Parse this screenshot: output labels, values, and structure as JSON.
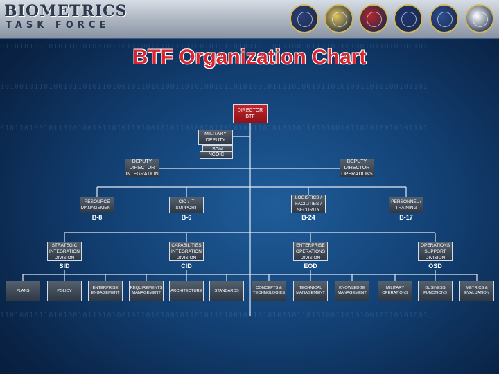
{
  "header": {
    "logo_line1": "BIOMETRICS",
    "logo_line2": "TASK FORCE",
    "seals": [
      {
        "name": "department-of-defense-seal-icon",
        "color": "#2a3f78"
      },
      {
        "name": "us-army-seal-icon",
        "color": "#e2c45a"
      },
      {
        "name": "us-marine-corps-seal-icon",
        "color": "#b3262d"
      },
      {
        "name": "us-navy-seal-icon",
        "color": "#1f3370"
      },
      {
        "name": "us-air-force-seal-icon",
        "color": "#2c4d93"
      },
      {
        "name": "us-coast-guard-seal-icon",
        "color": "#ffffff"
      }
    ]
  },
  "title": "BTF Organization Chart",
  "org": {
    "director": "DIRECTOR BTF",
    "military_deputy": "MILITARY DEPUTY",
    "sgm": "SGM",
    "ncoic": "NCOIC",
    "deputy_integration": "DEPUTY DIRECTOR INTEGRATION",
    "deputy_operations": "DEPUTY DIRECTOR OPERATIONS",
    "divisions": [
      {
        "label": "RESOURCE MANAGEMENT",
        "code": "B-8"
      },
      {
        "label": "CIO / IT SUPPORT",
        "code": "B-6"
      },
      {
        "label": "LOGISTICS / FACILITIES / SECURITY",
        "code": "B-24"
      },
      {
        "label": "PERSONNEL / TRAINING",
        "code": "B-17"
      }
    ],
    "groups": [
      {
        "label": "STRATEGIC INTEGRATION DIVISION",
        "code": "SID"
      },
      {
        "label": "CAPABILITIES INTEGRATION DIVISION",
        "code": "CID"
      },
      {
        "label": "ENTERPRISE OPERATIONS DIVISION",
        "code": "EOD"
      },
      {
        "label": "OPERATIONS SUPPORT DIVISION",
        "code": "OSD"
      }
    ],
    "leaves": [
      "PLANS",
      "POLICY",
      "ENTERPRISE ENGAGEMENT",
      "REQUIREMENTS MANAGEMENT",
      "ARCHITECTURE",
      "STANDARDS",
      "CONCEPTS & TECHNOLOGIES",
      "TECHNICAL MANAGEMENT",
      "KNOWLEDGE MANAGEMENT",
      "MILITARY OPERATIONS",
      "BUSINESS FUNCTIONS",
      "METRICS & EVALUATION"
    ]
  },
  "colors": {
    "title": "#d9252f",
    "director_box": "#b01e24",
    "box": "#3b4552",
    "connector": "#e4eaf2"
  }
}
